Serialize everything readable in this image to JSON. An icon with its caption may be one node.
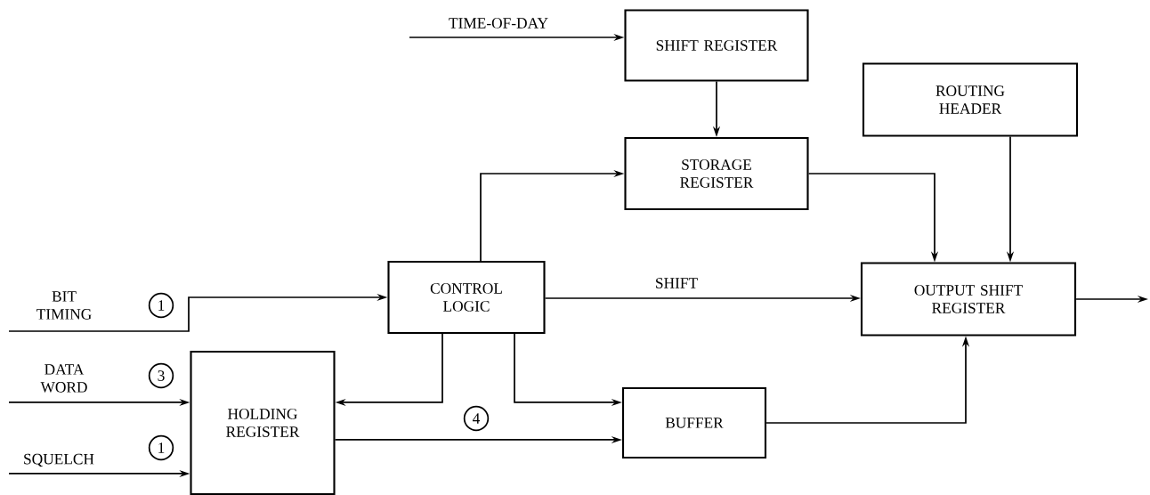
{
  "diagram": {
    "nodes": [
      {
        "text": [
          "SHIFT REGISTER"
        ]
      },
      {
        "text": [
          "ROUTING HEADER"
        ]
      },
      {
        "text": [
          "STORAGE REGISTER"
        ]
      },
      {
        "text": [
          "CONTROL LOGIC"
        ]
      },
      {
        "text": [
          "OUTPUT SHIFT REGISTER"
        ]
      },
      {
        "text": [
          "HOLDING REGISTER"
        ]
      },
      {
        "text": [
          "BUFFER"
        ]
      }
    ],
    "edges": [
      {
        "from": null,
        "to": 0,
        "arrow": "to",
        "label": "TIME-OF-DAY"
      },
      {
        "from": 0,
        "to": 2,
        "arrow": "to"
      },
      {
        "from": 3,
        "to": 2,
        "arrow": "to"
      },
      {
        "from": 2,
        "to": 4,
        "arrow": "to"
      },
      {
        "from": 1,
        "to": 4,
        "arrow": "to"
      },
      {
        "from": 3,
        "to": 4,
        "arrow": "to",
        "label": "SHIFT"
      },
      {
        "from": 4,
        "to": null,
        "arrow": "to"
      },
      {
        "from": null,
        "to": 3,
        "arrow": "to",
        "label": "BIT TIMING"
      },
      {
        "from": 3,
        "to": 5,
        "arrow": "to"
      },
      {
        "from": 3,
        "to": 6,
        "arrow": "to"
      },
      {
        "from": null,
        "to": 5,
        "arrow": "to",
        "label": "DATA WORD"
      },
      {
        "from": null,
        "to": 5,
        "arrow": "to",
        "label": "SQUELCH"
      },
      {
        "from": 5,
        "to": 6,
        "arrow": "to",
        "label": "4"
      },
      {
        "from": 6,
        "to": 4,
        "arrow": "to"
      }
    ],
    "labels": [
      "1",
      "3",
      "1"
    ]
  }
}
